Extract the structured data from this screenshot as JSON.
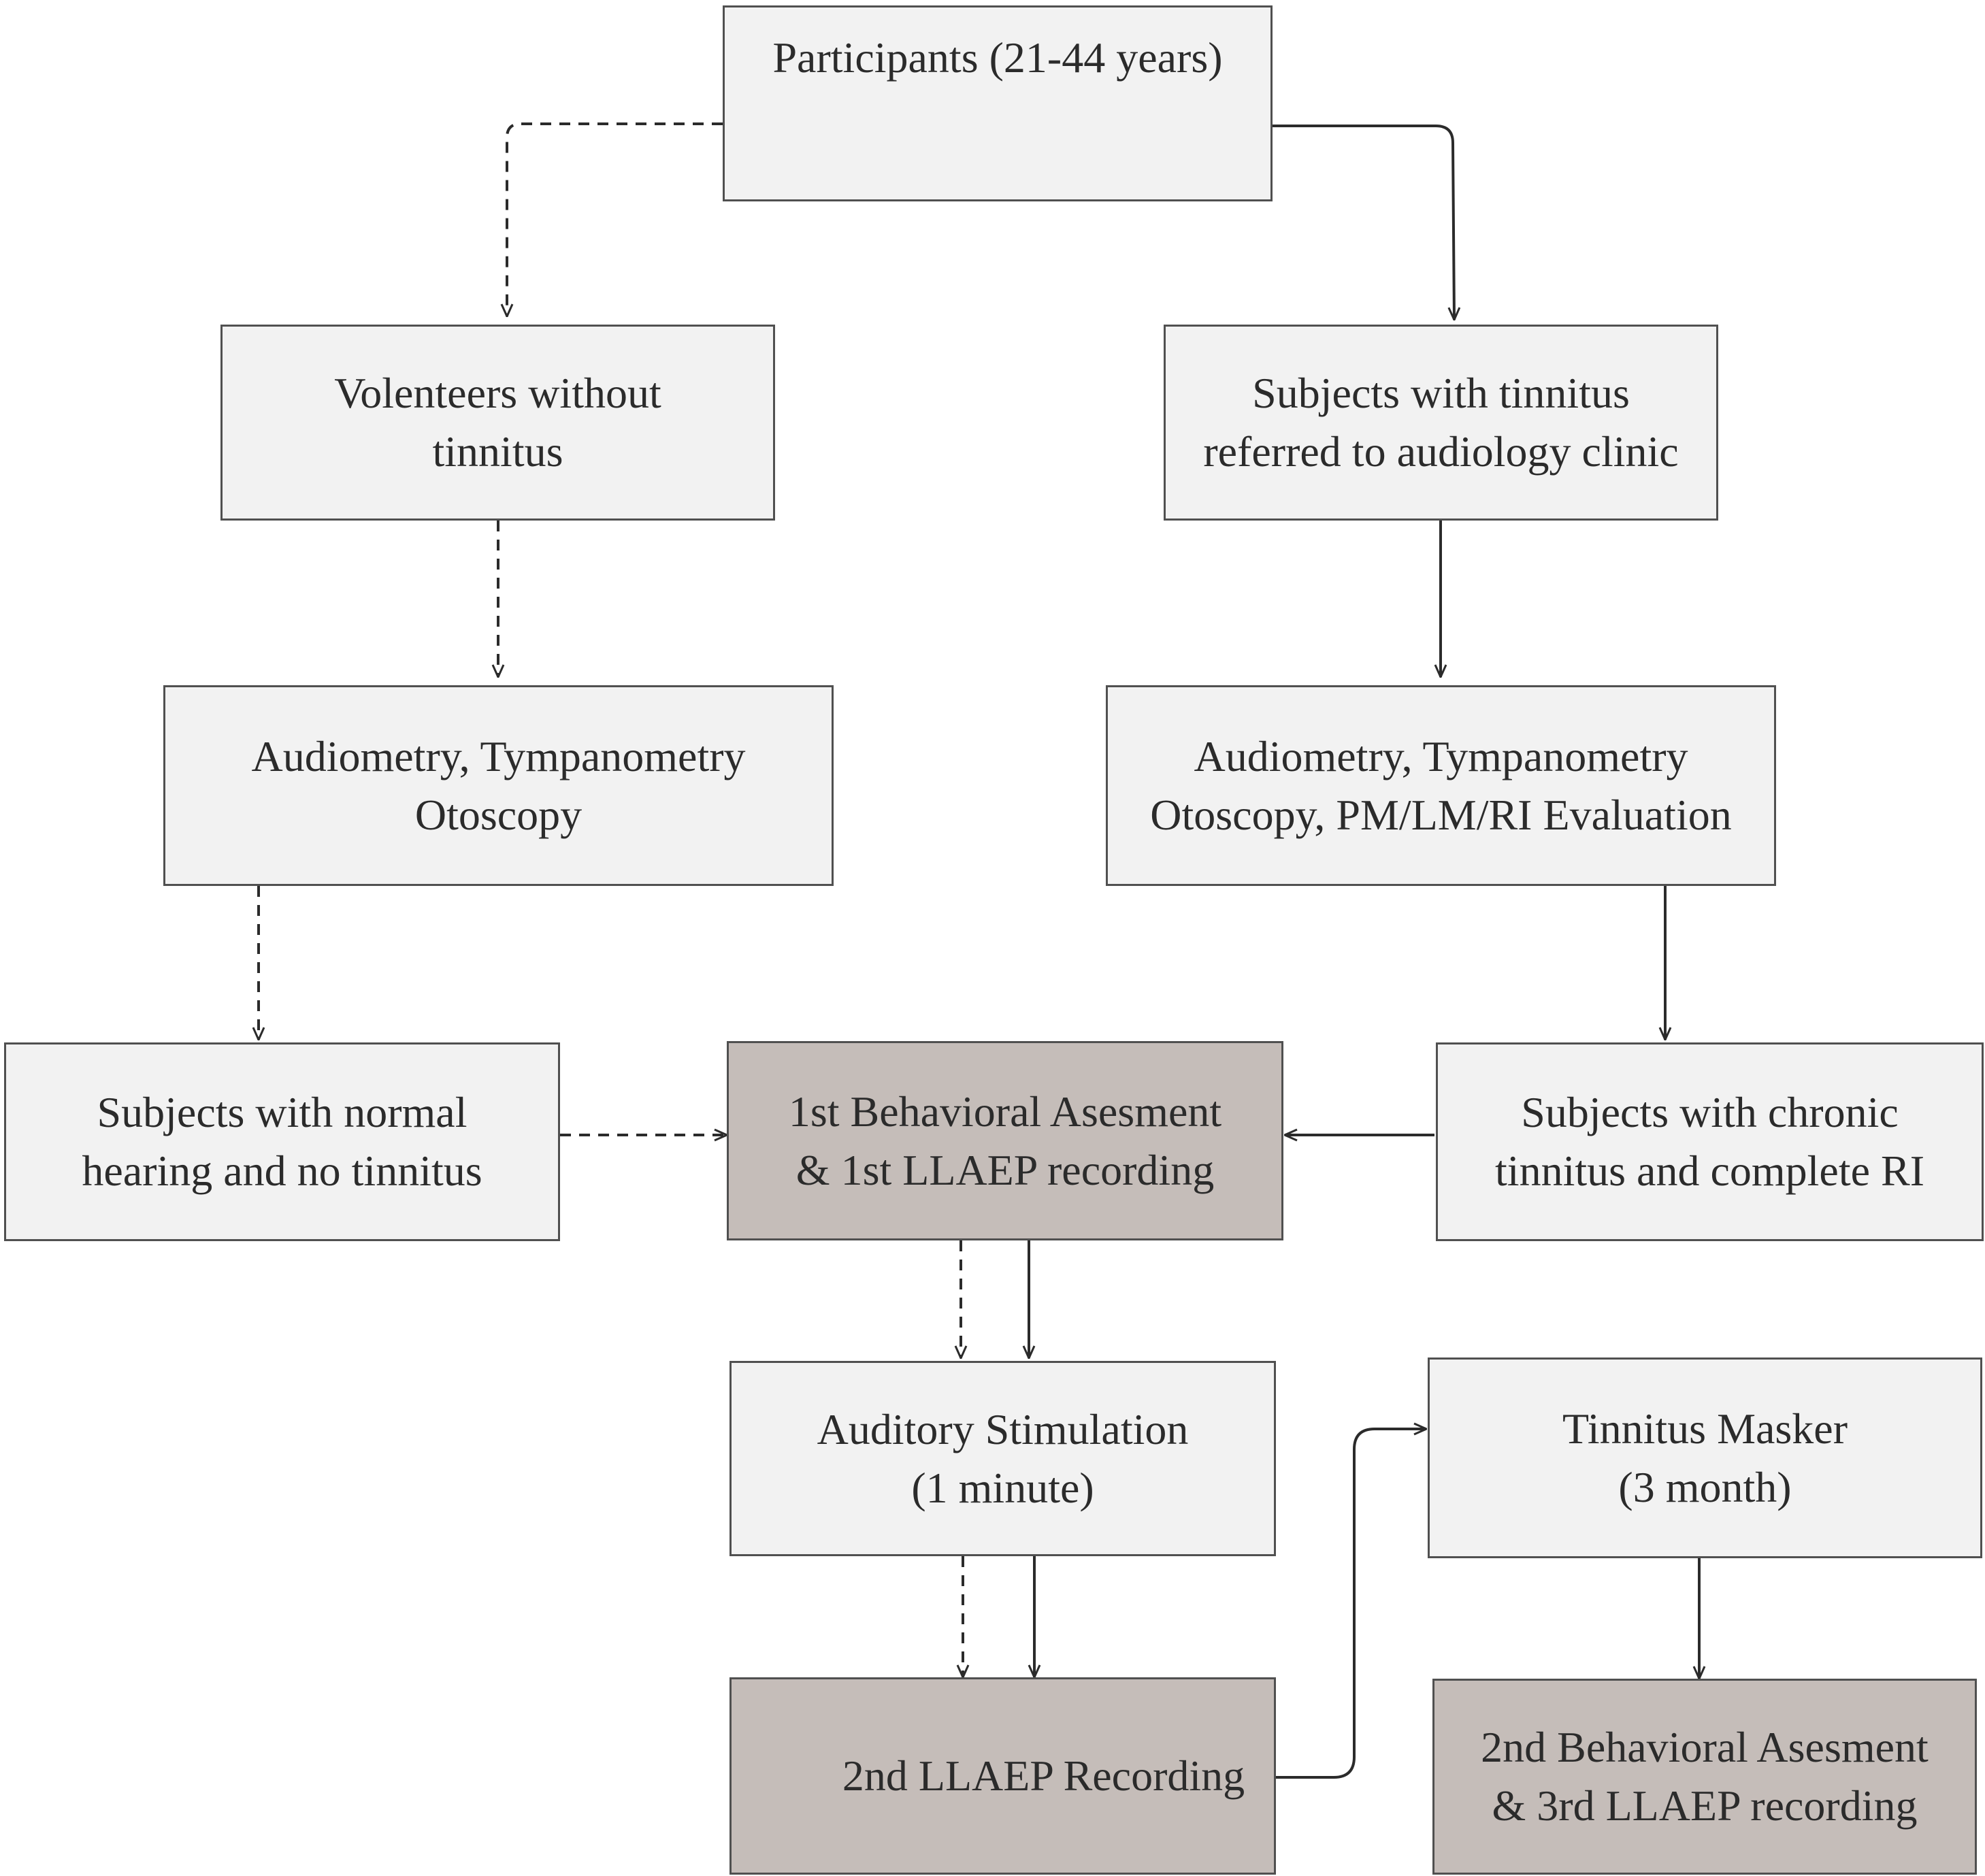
{
  "colors": {
    "box_fill": "#f2f2f2",
    "highlight_fill": "#c5bdb9",
    "border": "#505050",
    "text": "#2b2b2b"
  },
  "nodes": {
    "participants": {
      "lines": [
        "Participants (21-44 years)"
      ]
    },
    "volunteers": {
      "lines": [
        "Volenteers without",
        "tinnitus"
      ]
    },
    "tinnitus_subjects": {
      "lines": [
        "Subjects with tinnitus",
        "referred to audiology clinic"
      ]
    },
    "control_tests": {
      "lines": [
        "Audiometry, Tympanometry",
        "Otoscopy"
      ]
    },
    "tinnitus_tests": {
      "lines": [
        "Audiometry, Tympanometry",
        "Otoscopy, PM/LM/RI Evaluation"
      ]
    },
    "normal_subjects": {
      "lines": [
        "Subjects with normal",
        "hearing and no tinnitus"
      ]
    },
    "first_assessment": {
      "lines": [
        "1st Behavioral Asesment",
        "& 1st LLAEP recording"
      ]
    },
    "chronic_subjects": {
      "lines": [
        "Subjects with chronic",
        "tinnitus and complete RI"
      ]
    },
    "auditory_stimulation": {
      "lines": [
        "Auditory Stimulation",
        "(1 minute)"
      ]
    },
    "tinnitus_masker": {
      "lines": [
        "Tinnitus Masker",
        "(3 month)"
      ]
    },
    "second_recording": {
      "lines": [
        "2nd LLAEP Recording"
      ]
    },
    "second_assessment": {
      "lines": [
        "2nd Behavioral Asesment",
        "& 3rd LLAEP recording"
      ]
    }
  },
  "edges": [
    {
      "from": "participants",
      "to": "volunteers",
      "style": "dashed"
    },
    {
      "from": "participants",
      "to": "tinnitus_subjects",
      "style": "solid"
    },
    {
      "from": "volunteers",
      "to": "control_tests",
      "style": "dashed"
    },
    {
      "from": "tinnitus_subjects",
      "to": "tinnitus_tests",
      "style": "solid"
    },
    {
      "from": "control_tests",
      "to": "normal_subjects",
      "style": "dashed"
    },
    {
      "from": "tinnitus_tests",
      "to": "chronic_subjects",
      "style": "solid"
    },
    {
      "from": "normal_subjects",
      "to": "first_assessment",
      "style": "dashed"
    },
    {
      "from": "chronic_subjects",
      "to": "first_assessment",
      "style": "solid"
    },
    {
      "from": "first_assessment",
      "to": "auditory_stimulation",
      "style": "dashed"
    },
    {
      "from": "first_assessment",
      "to": "auditory_stimulation",
      "style": "solid"
    },
    {
      "from": "auditory_stimulation",
      "to": "second_recording",
      "style": "dashed"
    },
    {
      "from": "auditory_stimulation",
      "to": "second_recording",
      "style": "solid"
    },
    {
      "from": "second_recording",
      "to": "tinnitus_masker",
      "style": "solid"
    },
    {
      "from": "tinnitus_masker",
      "to": "second_assessment",
      "style": "solid"
    }
  ]
}
